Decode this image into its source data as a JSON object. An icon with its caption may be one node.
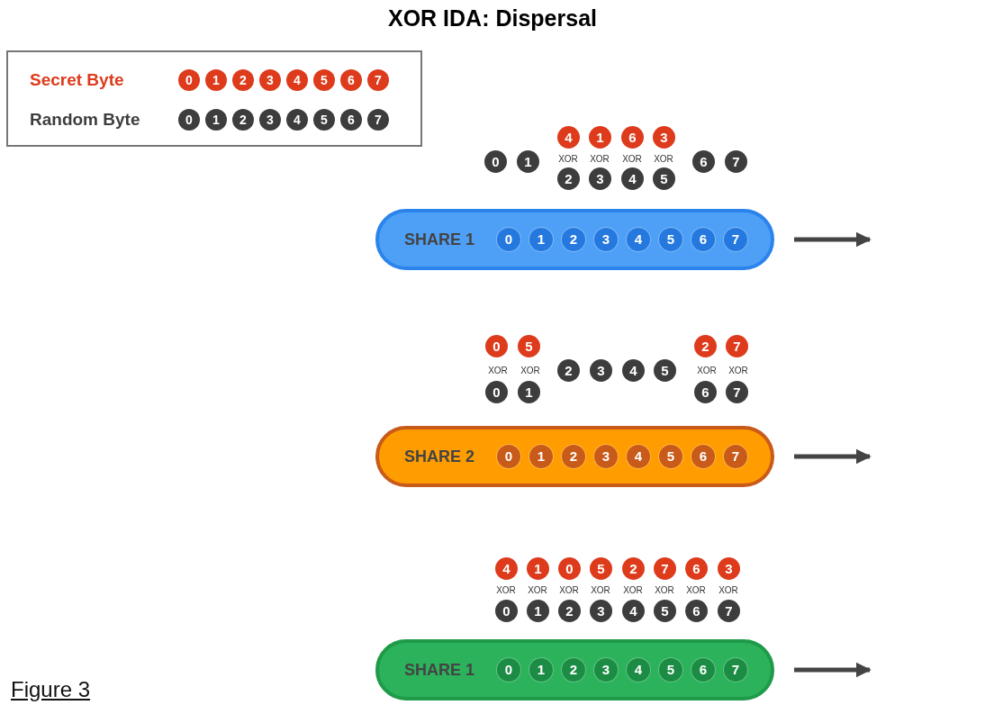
{
  "diagram": {
    "title": "XOR IDA: Dispersal",
    "caption": "Figure 3",
    "nodes": [
      {
        "text": [
          "0"
        ]
      },
      {
        "text": [
          "1"
        ]
      },
      {
        "text": [
          "4"
        ]
      },
      {
        "text": [
          "1"
        ]
      },
      {
        "text": [
          "6"
        ]
      },
      {
        "text": [
          "3"
        ]
      },
      {
        "text": [
          "2"
        ]
      },
      {
        "text": [
          "3"
        ]
      },
      {
        "text": [
          "4"
        ]
      },
      {
        "text": [
          "5"
        ]
      },
      {
        "text": [
          "6"
        ]
      },
      {
        "text": [
          "7"
        ]
      },
      {
        "text": [
          "SHARE 1"
        ]
      },
      {
        "text": [
          "0"
        ],
        "in": 12
      },
      {
        "text": [
          "1"
        ],
        "in": 12
      },
      {
        "text": [
          "2"
        ],
        "in": 12
      },
      {
        "text": [
          "3"
        ],
        "in": 12
      },
      {
        "text": [
          "4"
        ],
        "in": 12
      },
      {
        "text": [
          "5"
        ],
        "in": 12
      },
      {
        "text": [
          "6"
        ],
        "in": 12
      },
      {
        "text": [
          "7"
        ],
        "in": 12
      },
      {
        "text": [
          "0"
        ]
      },
      {
        "text": [
          "5"
        ]
      },
      {
        "text": [
          "0"
        ]
      },
      {
        "text": [
          "1"
        ]
      },
      {
        "text": [
          "2"
        ]
      },
      {
        "text": [
          "3"
        ]
      },
      {
        "text": [
          "4"
        ]
      },
      {
        "text": [
          "5"
        ]
      },
      {
        "text": [
          "2"
        ]
      },
      {
        "text": [
          "7"
        ]
      },
      {
        "text": [
          "6"
        ]
      },
      {
        "text": [
          "7"
        ]
      },
      {
        "text": [
          "SHARE 2"
        ]
      },
      {
        "text": [
          "0"
        ],
        "in": 33
      },
      {
        "text": [
          "1"
        ],
        "in": 33
      },
      {
        "text": [
          "2"
        ],
        "in": 33
      },
      {
        "text": [
          "3"
        ],
        "in": 33
      },
      {
        "text": [
          "4"
        ],
        "in": 33
      },
      {
        "text": [
          "5"
        ],
        "in": 33
      },
      {
        "text": [
          "6"
        ],
        "in": 33
      },
      {
        "text": [
          "7"
        ],
        "in": 33
      },
      {
        "text": [
          "4"
        ]
      },
      {
        "text": [
          "1"
        ]
      },
      {
        "text": [
          "0"
        ]
      },
      {
        "text": [
          "5"
        ]
      },
      {
        "text": [
          "2"
        ]
      },
      {
        "text": [
          "7"
        ]
      },
      {
        "text": [
          "6"
        ]
      },
      {
        "text": [
          "3"
        ]
      },
      {
        "text": [
          "0"
        ]
      },
      {
        "text": [
          "1"
        ]
      },
      {
        "text": [
          "2"
        ]
      },
      {
        "text": [
          "3"
        ]
      },
      {
        "text": [
          "4"
        ]
      },
      {
        "text": [
          "5"
        ]
      },
      {
        "text": [
          "6"
        ]
      },
      {
        "text": [
          "7"
        ]
      },
      {
        "text": [
          "SHARE 1"
        ]
      },
      {
        "text": [
          "0"
        ],
        "in": 58
      },
      {
        "text": [
          "1"
        ],
        "in": 58
      },
      {
        "text": [
          "2"
        ],
        "in": 58
      },
      {
        "text": [
          "3"
        ],
        "in": 58
      },
      {
        "text": [
          "4"
        ],
        "in": 58
      },
      {
        "text": [
          "5"
        ],
        "in": 58
      },
      {
        "text": [
          "6"
        ],
        "in": 58
      },
      {
        "text": [
          "7"
        ],
        "in": 58
      }
    ],
    "edges": [
      {
        "from": 12,
        "to": null,
        "arrow": "to"
      },
      {
        "from": 33,
        "to": null,
        "arrow": "to"
      },
      {
        "from": 58,
        "to": null,
        "arrow": "to"
      }
    ],
    "labels": [
      "0",
      "1",
      "2",
      "3",
      "4",
      "5",
      "6",
      "7",
      "0",
      "1",
      "2",
      "3",
      "4",
      "5",
      "6",
      "7",
      "XOR",
      "XOR",
      "XOR",
      "XOR",
      "XOR",
      "XOR",
      "XOR",
      "XOR",
      "XOR",
      "XOR",
      "XOR",
      "XOR",
      "XOR",
      "XOR",
      "XOR",
      "XOR"
    ],
    "legend": [
      {
        "text": "Secret Byte",
        "color": "#dd3b1c"
      },
      {
        "text": "Random Byte",
        "color": "#3d3d3d"
      }
    ]
  }
}
